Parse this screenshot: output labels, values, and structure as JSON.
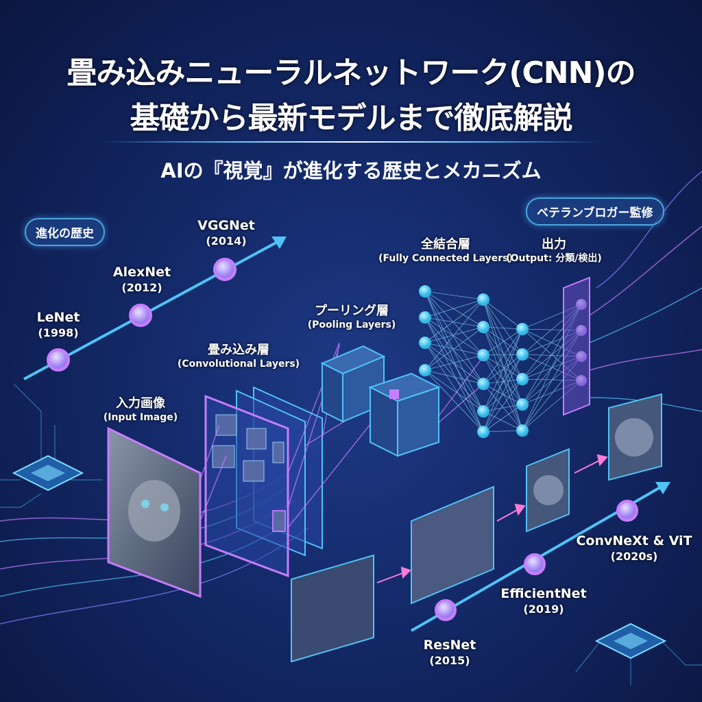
{
  "header": {
    "title_line1": "畳み込みニューラルネットワーク(CNN)の",
    "title_line2": "基礎から最新モデルまで徹底解説",
    "subtitle": "AIの『視覚』が進化する歴史とメカニズム"
  },
  "badges": {
    "history": "進化の歴史",
    "supervised": "ベテランブロガー監修"
  },
  "timeline_early": [
    {
      "name": "LeNet",
      "year": "(1998)"
    },
    {
      "name": "AlexNet",
      "year": "(2012)"
    },
    {
      "name": "VGGNet",
      "year": "(2014)"
    }
  ],
  "timeline_modern": [
    {
      "name": "ResNet",
      "year": "(2015)"
    },
    {
      "name": "EfficientNet",
      "year": "(2019)"
    },
    {
      "name": "ConvNeXt & ViT",
      "year": "(2020s)"
    }
  ],
  "stages": {
    "input": {
      "ja": "入力画像",
      "en": "(Input Image)"
    },
    "conv": {
      "ja": "畳み込み層",
      "en": "(Convolutional Layers)"
    },
    "pool": {
      "ja": "プーリング層",
      "en": "(Pooling Layers)"
    },
    "fc": {
      "ja": "全結合層",
      "en": "(Fully Connected Layers)"
    },
    "output": {
      "ja": "出力",
      "en": "(Output: 分類/検出)"
    }
  },
  "colors": {
    "accent_cyan": "#4fc3f7",
    "accent_purple": "#c77dff",
    "background": "#142a6a"
  }
}
